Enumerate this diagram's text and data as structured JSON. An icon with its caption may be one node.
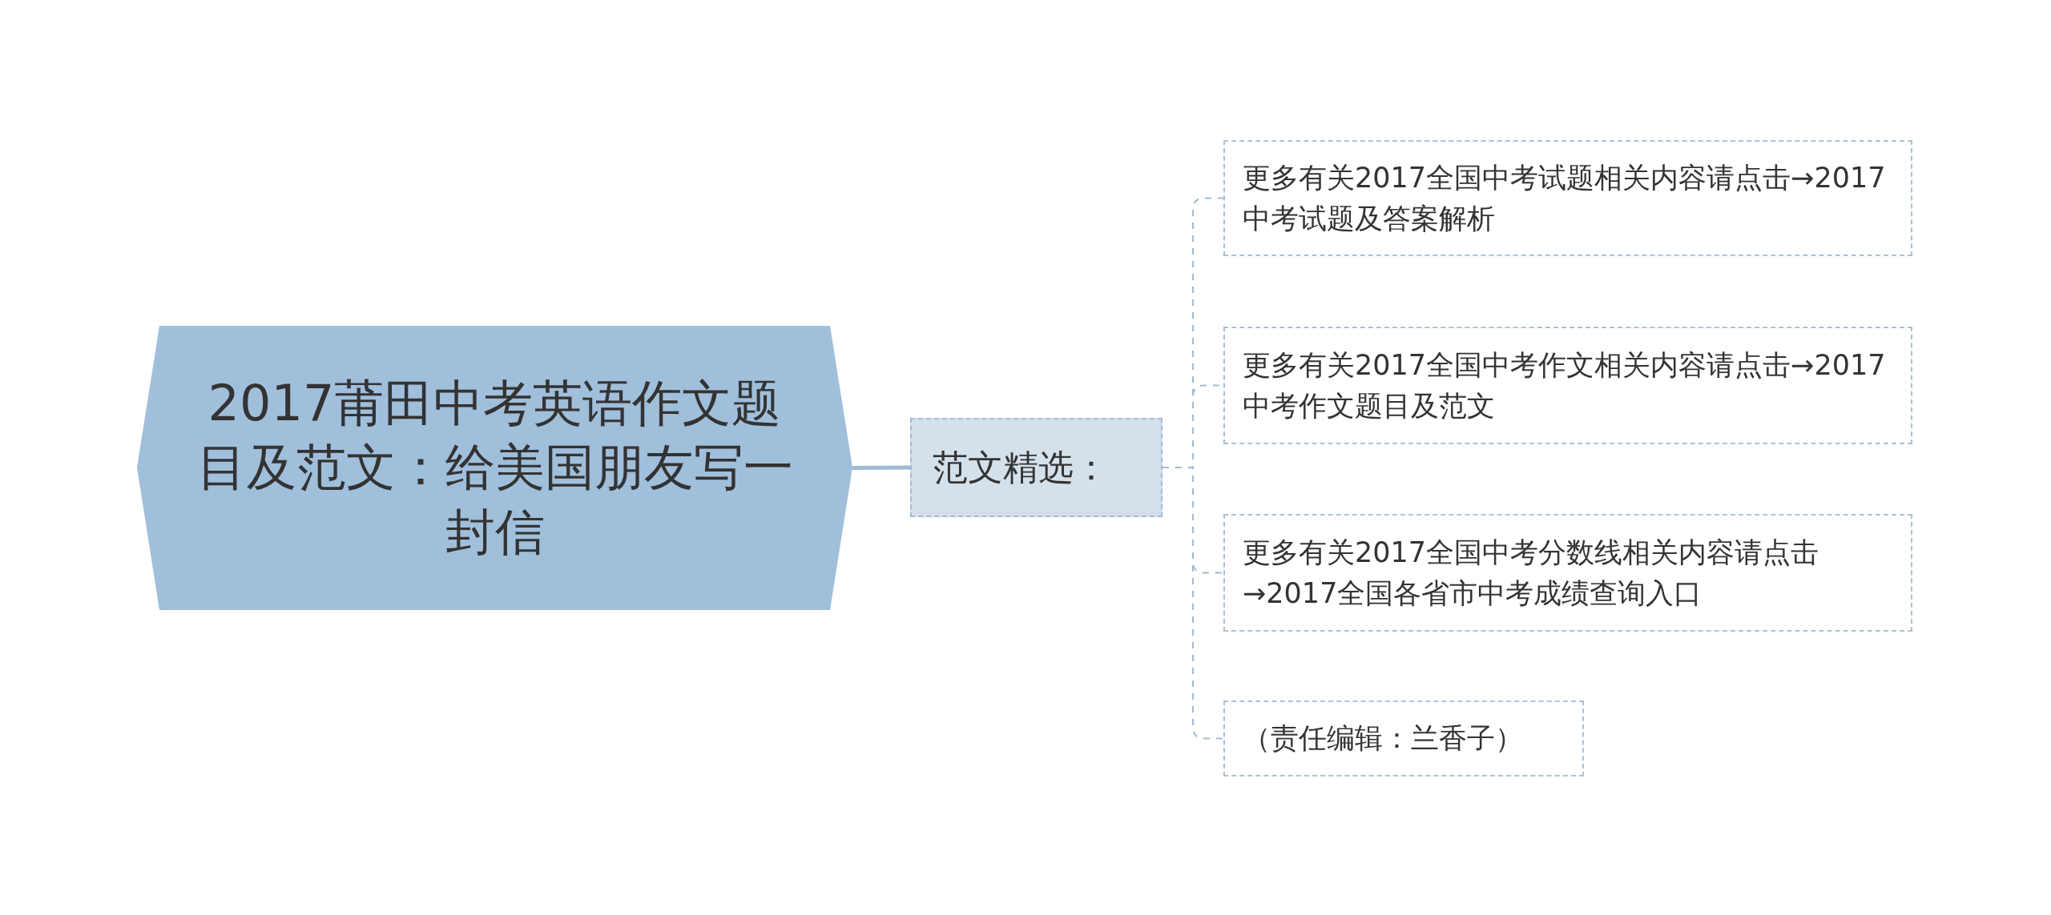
{
  "diagram": {
    "nodes": [
      {
        "text": [
          "2017莆田中考英语作文题目及范文：给美国朋友写一封信"
        ]
      },
      {
        "text": [
          "范文精选："
        ]
      },
      {
        "text": [
          "更多有关2017全国中考试题相关内容请点击→2017中考试题及答案解析"
        ]
      },
      {
        "text": [
          "更多有关2017全国中考作文相关内容请点击→2017中考作文题目及范文"
        ]
      },
      {
        "text": [
          "更多有关2017全国中考分数线相关内容请点击→2017全国各省市中考成绩查询入口"
        ]
      },
      {
        "text": [
          "（责任编辑：兰香子）"
        ]
      }
    ],
    "edges": [
      {
        "from": 0,
        "to": 1,
        "arrow": "none"
      },
      {
        "from": 1,
        "to": 2,
        "arrow": "none",
        "style": "dashed"
      },
      {
        "from": 1,
        "to": 3,
        "arrow": "none",
        "style": "dashed"
      },
      {
        "from": 1,
        "to": 4,
        "arrow": "none",
        "style": "dashed"
      },
      {
        "from": 1,
        "to": 5,
        "arrow": "none",
        "style": "dashed"
      }
    ]
  }
}
